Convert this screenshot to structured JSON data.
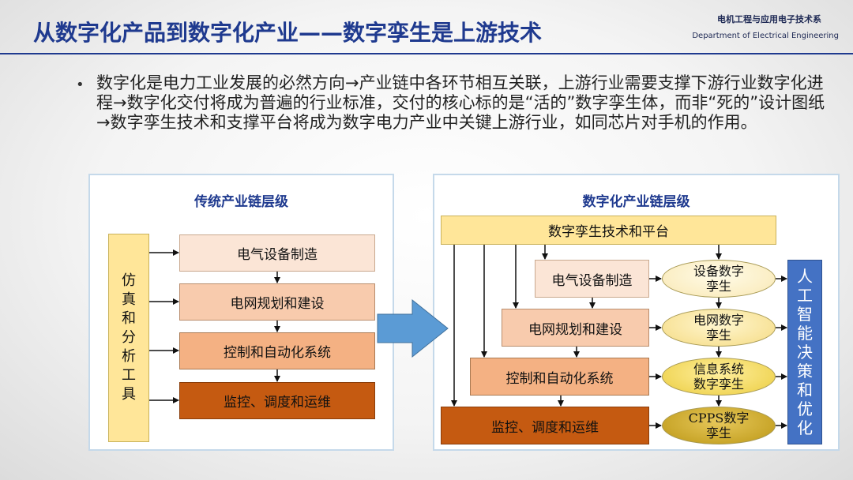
{
  "header": {
    "title": "从数字化产品到数字化产业——数字孪生是上游技术",
    "dept_cn": "电机工程与应用电子技术系",
    "dept_en": "Department of Electrical Engineering"
  },
  "bullet": {
    "marker": "•",
    "text": "数字化是电力工业发展的必然方向→产业链中各环节相互关联，上游行业需要支撑下游行业数字化进程→数字化交付将成为普遍的行业标准，交付的核心标的是“活的”数字孪生体，而非“死的”设计图纸→数字孪生技术和支撑平台将成为数字电力产业中关键上游行业，如同芯片对手机的作用。"
  },
  "left_panel": {
    "title": "传统产业链层级",
    "tool_chars": [
      "仿",
      "真",
      "和",
      "分",
      "析",
      "工",
      "具"
    ],
    "levels": [
      "电气设备制造",
      "电网规划和建设",
      "控制和自动化系统",
      "监控、调度和运维"
    ]
  },
  "right_panel": {
    "title": "数字化产业链层级",
    "platform": "数字孪生技术和平台",
    "levels": [
      "电气设备制造",
      "电网规划和建设",
      "控制和自动化系统",
      "监控、调度和运维"
    ],
    "twins": [
      [
        "设备数字",
        "孪生"
      ],
      [
        "电网数字",
        "孪生"
      ],
      [
        "信息系统",
        "数字孪生"
      ],
      [
        "CPPS数字",
        "孪生"
      ]
    ],
    "ai_chars": [
      "人",
      "工",
      "智",
      "能",
      "决",
      "策",
      "和",
      "优",
      "化"
    ]
  },
  "colors": {
    "title_blue": "#1f3a8f",
    "arrow_blue": "#5b9bd5",
    "ai_blue": "#4472c4",
    "tool_yellow": "#ffe699",
    "level_dark": "#c55a11"
  }
}
